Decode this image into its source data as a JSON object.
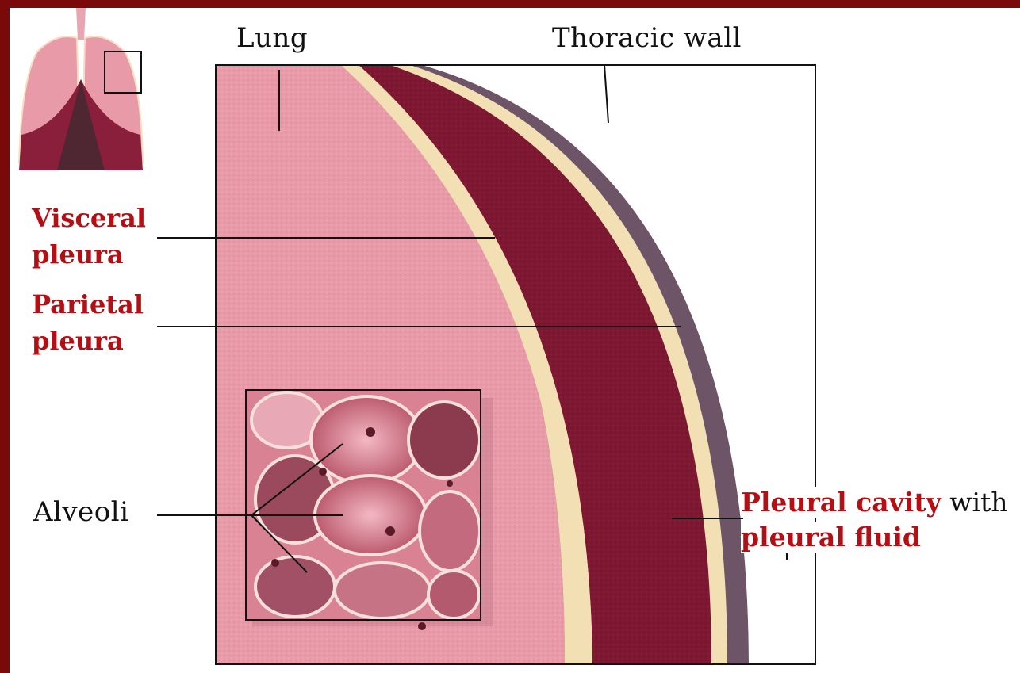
{
  "labels": {
    "lung": "Lung",
    "thoracic_wall": "Thoracic wall",
    "visceral_pleura_line1": "Visceral",
    "visceral_pleura_line2": "pleura",
    "parietal_pleura_line1": "Parietal",
    "parietal_pleura_line2": "pleura",
    "alveoli": "Alveoli",
    "pleural_cavity": "Pleural cavity",
    "with": " with",
    "pleural_fluid": "pleural fluid"
  },
  "colors": {
    "frame": "#7a0a0a",
    "lung_tissue": "#e89aa8",
    "visceral_layer": "#f3dfb4",
    "pleural_cavity": "#7d1732",
    "parietal_layer": "#f3dfb4",
    "thoracic_wall": "#6d5466",
    "label_red": "#b40f14"
  }
}
